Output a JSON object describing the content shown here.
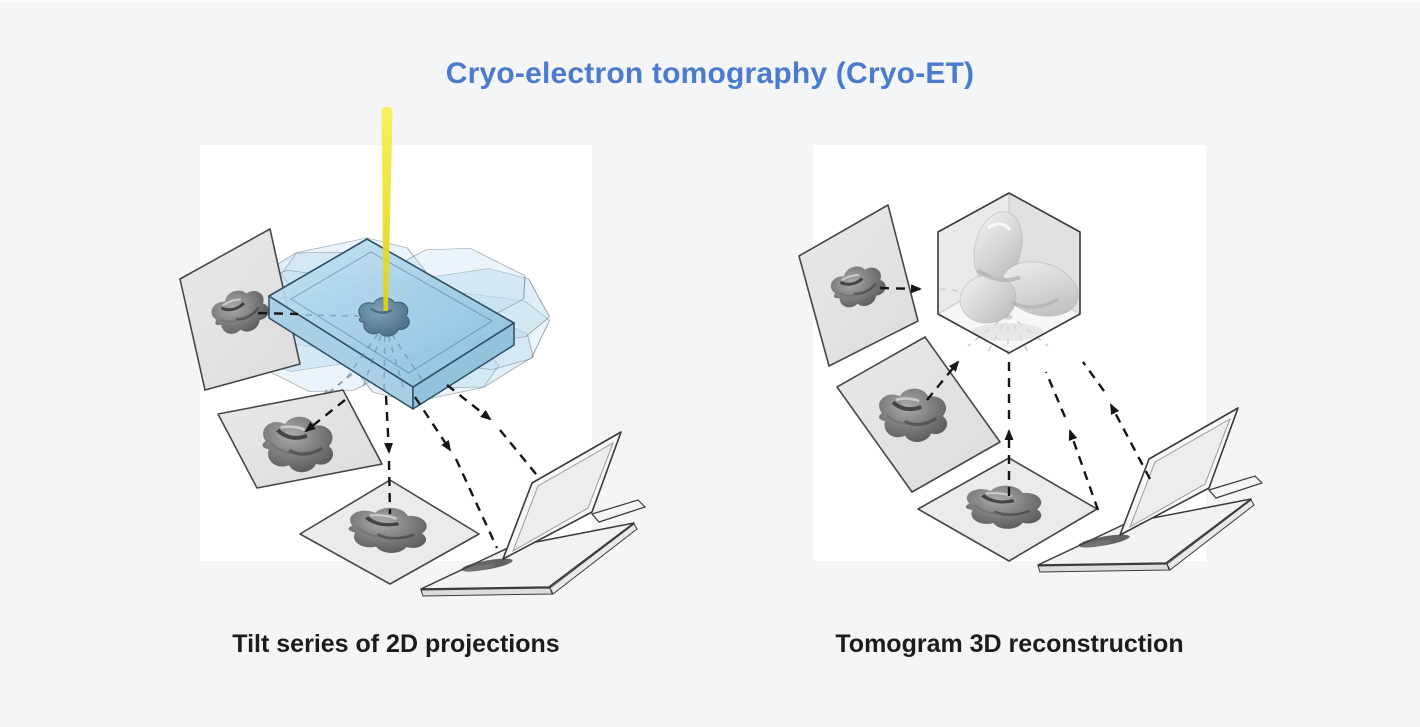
{
  "header": {
    "title": "Cryo-electron tomography (Cryo-ET)"
  },
  "diagram": {
    "left": {
      "caption": "Tilt series of 2D projections"
    },
    "right": {
      "caption": "Tomogram 3D reconstruction"
    }
  },
  "figure_elements": {
    "left": [
      "electron-beam",
      "tilt-series-slabs",
      "specimen-slab",
      "protein-particle",
      "projection-panel-upper",
      "projection-panel-middle",
      "projection-panel-flat",
      "laptop"
    ],
    "right": [
      "projection-panel-upper",
      "projection-panel-middle",
      "projection-panel-flat",
      "tomogram-cube",
      "reconstructed-protein-3d",
      "laptop"
    ]
  },
  "colors": {
    "background": "#f4f5f6",
    "panel_background": "#ffffff",
    "title_blue": "#4a7bce",
    "caption_text": "#1c1c1e",
    "beam_yellow": "#eddd2a",
    "sample_blue": "#9ccbe5",
    "projection_gray": "#e4e4e4",
    "arrow_black": "#151515",
    "cube_gray": "#e8e8e8"
  }
}
